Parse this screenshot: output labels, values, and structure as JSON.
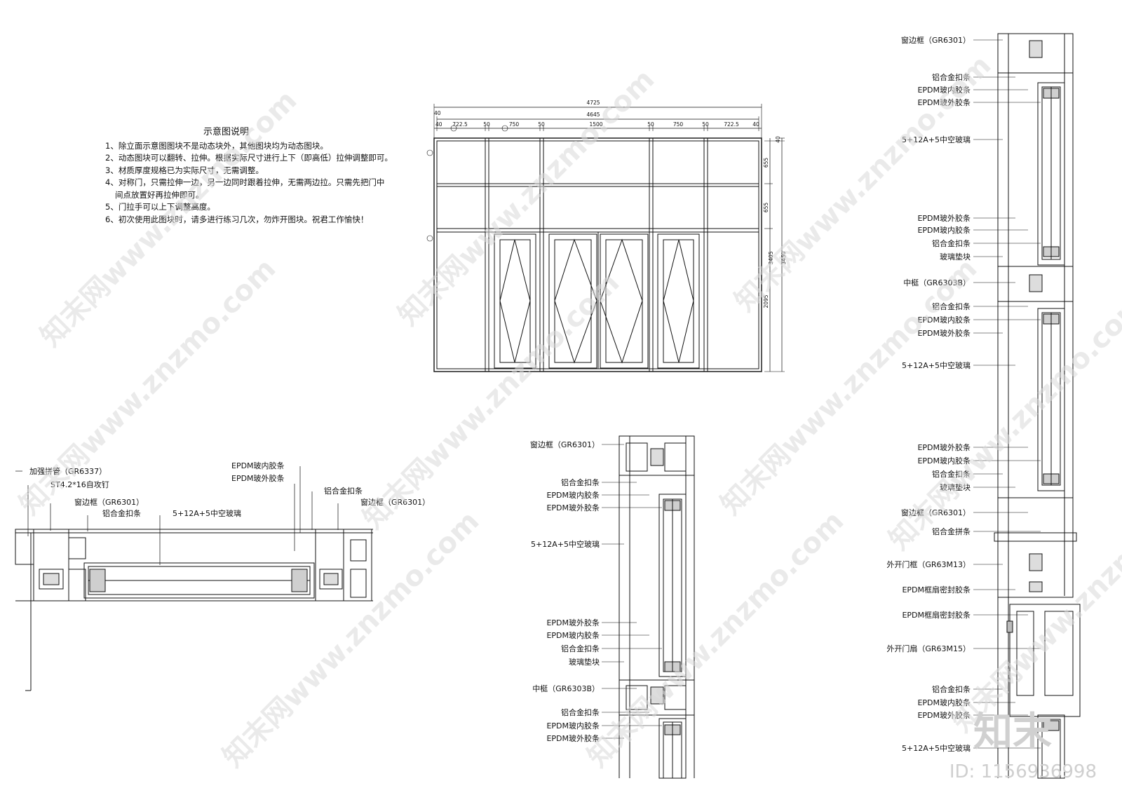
{
  "notes": {
    "title": "示意图说明",
    "lines": [
      "1、除立面示意图图块不是动态块外，其他图块均为动态图块。",
      "2、动态图块可以翻转、拉伸。根据实际尺寸进行上下（即高低）拉伸调整即可。",
      "3、材质厚度规格已为实际尺寸，无需调整。",
      "4、对称门，只需拉伸一边，另一边同时跟着拉伸，无需两边拉。只需先把门中",
      "间点放置好再拉伸即可。",
      "5、门拉手可以上下调整高度。",
      "6、初次使用此图块时，请多进行练习几次，勿炸开图块。祝君工作愉快！"
    ]
  },
  "elevation": {
    "overall": "4725",
    "inner": "4645",
    "segments": [
      "40",
      "722.5",
      "50",
      "750",
      "50",
      "1500",
      "50",
      "750",
      "50",
      "722.5",
      "40"
    ],
    "rows": [
      "655",
      "655",
      "2095"
    ],
    "height_a": "3405",
    "height_b": "3450",
    "top": "40"
  },
  "plan_labels": {
    "l1": "加强拼管（GR6337）",
    "l2": "ST4.2*16自攻钉",
    "l3": "窗边框（GR6301）",
    "l4": "铝合金扣条",
    "l5": "5+12A+5中空玻璃",
    "l6": "EPDM玻内胶条",
    "l7": "EPDM玻外胶条",
    "l8": "铝合金扣条",
    "l9": "窗边框（GR6301）"
  },
  "mid_labels": [
    "窗边框（GR6301）",
    "铝合金扣条",
    "EPDM玻内胶条",
    "EPDM玻外胶条",
    "5+12A+5中空玻璃",
    "EPDM玻外胶条",
    "EPDM玻内胶条",
    "铝合金扣条",
    "玻璃垫块",
    "中梃（GR6303B）",
    "铝合金扣条",
    "EPDM玻内胶条",
    "EPDM玻外胶条"
  ],
  "right_labels": [
    "窗边框（GR6301）",
    "铝合金扣条",
    "EPDM玻内胶条",
    "EPDM玻外胶条",
    "5+12A+5中空玻璃",
    "EPDM玻外胶条",
    "EPDM玻内胶条",
    "铝合金扣条",
    "玻璃垫块",
    "中梃（GR6303B）",
    "铝合金扣条",
    "EPDM玻内胶条",
    "EPDM玻外胶条",
    "5+12A+5中空玻璃",
    "EPDM玻外胶条",
    "EPDM玻内胶条",
    "铝合金扣条",
    "玻璃垫块",
    "窗边框（GR6301）",
    "铝合金拼条",
    "外开门框（GR63M13）",
    "EPDM框扇密封胶条",
    "EPDM框扇密封胶条",
    "外开门扇（GR63M15）",
    "铝合金扣条",
    "EPDM玻内胶条",
    "EPDM玻外胶条",
    "5+12A+5中空玻璃"
  ],
  "watermark": "知末网www.znzmo.com",
  "logo": "知末",
  "id": "ID: 1156936998"
}
